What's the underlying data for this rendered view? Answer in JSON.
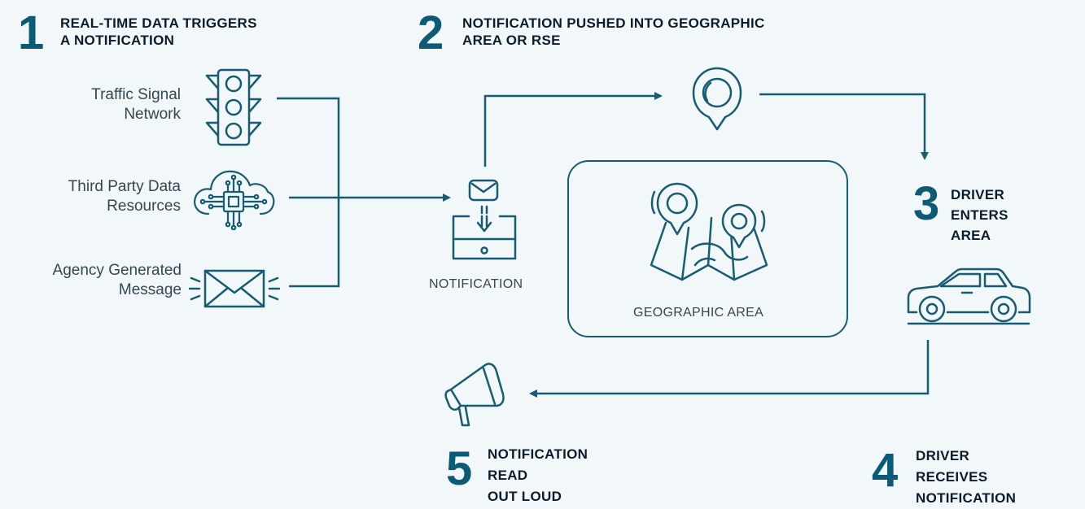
{
  "steps": [
    {
      "number": "1",
      "title_lines": [
        "REAL-TIME DATA TRIGGERS",
        "A NOTIFICATION"
      ]
    },
    {
      "number": "2",
      "title_lines": [
        "NOTIFICATION PUSHED INTO GEOGRAPHIC",
        "AREA OR RSE"
      ]
    },
    {
      "number": "3",
      "title_lines": [
        "DRIVER",
        "ENTERS",
        "AREA"
      ]
    },
    {
      "number": "4",
      "title_lines": [
        "DRIVER",
        "RECEIVES",
        "NOTIFICATION"
      ]
    },
    {
      "number": "5",
      "title_lines": [
        "NOTIFICATION",
        "READ",
        "OUT LOUD"
      ]
    }
  ],
  "sources": [
    {
      "lines": [
        "Traffic Signal",
        "Network"
      ],
      "icon": "traffic-light-icon"
    },
    {
      "lines": [
        "Third Party Data",
        "Resources"
      ],
      "icon": "cloud-chip-icon"
    },
    {
      "lines": [
        "Agency Generated",
        "Message"
      ],
      "icon": "envelope-icon"
    }
  ],
  "labels": {
    "notification": "NOTIFICATION",
    "geographic_area": "GEOGRAPHIC AREA"
  },
  "colors": {
    "background": "#f2f7f9",
    "accent": "#175c73",
    "step_number": "#0d5a76",
    "title_text": "#0b1d2b"
  }
}
